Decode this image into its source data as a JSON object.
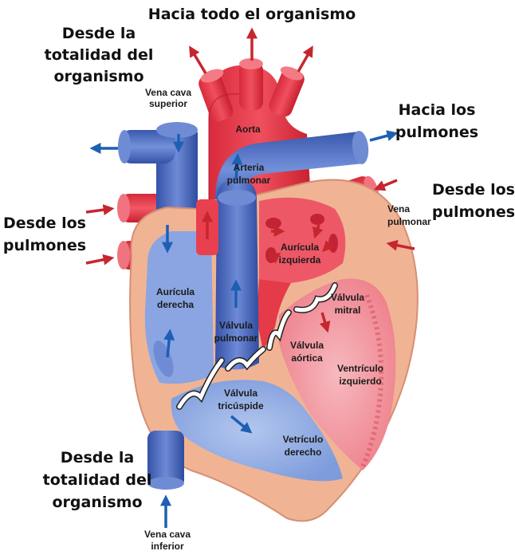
{
  "labels": {
    "to_body": "Hacia todo el organismo",
    "from_body_top": [
      "Desde la",
      "totalidad del",
      "organismo"
    ],
    "to_lungs": [
      "Hacia los",
      "pulmones"
    ],
    "from_lungs_left": [
      "Desde los",
      "pulmones"
    ],
    "from_lungs_right": [
      "Desde los",
      "pulmones"
    ],
    "from_body_bottom": [
      "Desde la",
      "totalidad del",
      "organismo"
    ],
    "svc": [
      "Vena cava",
      "superior"
    ],
    "aorta": "Aorta",
    "pulmonary_artery": [
      "Arteria",
      "pulmonar"
    ],
    "pulmonary_vein": [
      "Vena",
      "pulmonar"
    ],
    "left_atrium": [
      "Aurícula",
      "izquierda"
    ],
    "right_atrium": [
      "Aurícula",
      "derecha"
    ],
    "pulmonary_valve": [
      "Válvula",
      "pulmonar"
    ],
    "mitral_valve": [
      "Válvula",
      "mitral"
    ],
    "aortic_valve": [
      "Válvula",
      "aórtica"
    ],
    "left_ventricle": [
      "Ventrículo",
      "izquierdo"
    ],
    "tricuspid_valve": [
      "Válvula",
      "tricúspide"
    ],
    "right_ventricle": [
      "Vetrículo",
      "derecho"
    ],
    "ivc": [
      "Vena cava",
      "inferior"
    ]
  },
  "colors": {
    "oxygenated": "#e8394a",
    "deoxygenated": "#3f5fb0",
    "wall": "#f2b89a",
    "left_chamber": "#f4a2aa",
    "right_chamber": "#9fb6e6",
    "arrow_red": "#c6262e",
    "arrow_blue": "#1d5fb4"
  }
}
